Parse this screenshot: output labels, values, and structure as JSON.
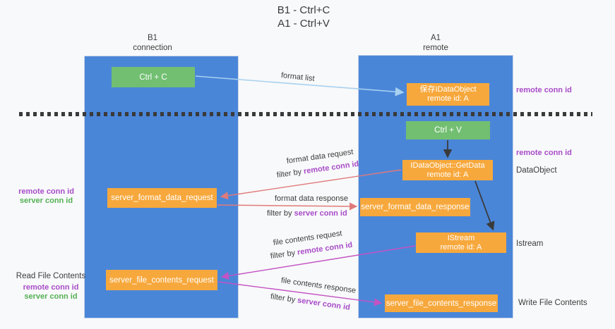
{
  "title": {
    "line1": "B1 - Ctrl+C",
    "line2": "A1 - Ctrl+V"
  },
  "lanes": {
    "left": {
      "name": "B1",
      "role": "connection"
    },
    "right": {
      "name": "A1",
      "role": "remote"
    }
  },
  "nodes": {
    "ctrl_c": {
      "label": "Ctrl + C"
    },
    "ctrl_v": {
      "label": "Ctrl + V"
    },
    "save_dataobject": {
      "line1": "保存IDataObject",
      "line2": "remote id: A"
    },
    "getdata": {
      "line1": "IDataObject::GetData",
      "line2": "remote id: A"
    },
    "istream": {
      "line1": "IStream",
      "line2": "remote id: A"
    },
    "format_request": {
      "label": "server_format_data_request"
    },
    "format_response": {
      "label": "server_format_data_response"
    },
    "file_request": {
      "label": "server_file_contents_request"
    },
    "file_response": {
      "label": "server_file_contents_response"
    }
  },
  "flow_labels": {
    "format_list": "format list",
    "format_data_request": "format data request",
    "format_data_response": "format data response",
    "file_contents_request": "file contents request",
    "file_contents_response": "file contents response",
    "filter_by": "filter by ",
    "remote_conn_id": "remote conn id",
    "server_conn_id": "server conn id"
  },
  "annotations": {
    "right_remote_conn_id_top": "remote conn id",
    "right_remote_conn_id_mid": "remote conn id",
    "dataobject": "DataObject",
    "istream": "Istream",
    "write_file_contents": "Write File Contents",
    "read_file_contents": "Read File Contents",
    "left_format_remote": "remote conn id",
    "left_format_server": "server conn id",
    "left_file_remote": "remote conn id",
    "left_file_server": "server conn id"
  },
  "colors": {
    "lane_blue": "#4a86d8",
    "box_green": "#72bf72",
    "box_orange": "#f7a83c",
    "annotation_purple": "#a84cc8",
    "annotation_green": "#54b054",
    "arrow_light_blue": "#a7d1f0",
    "arrow_red": "#e07a7a",
    "arrow_magenta": "#c353c3",
    "arrow_black": "#3a3a3a",
    "background": "#f8f9fa"
  }
}
